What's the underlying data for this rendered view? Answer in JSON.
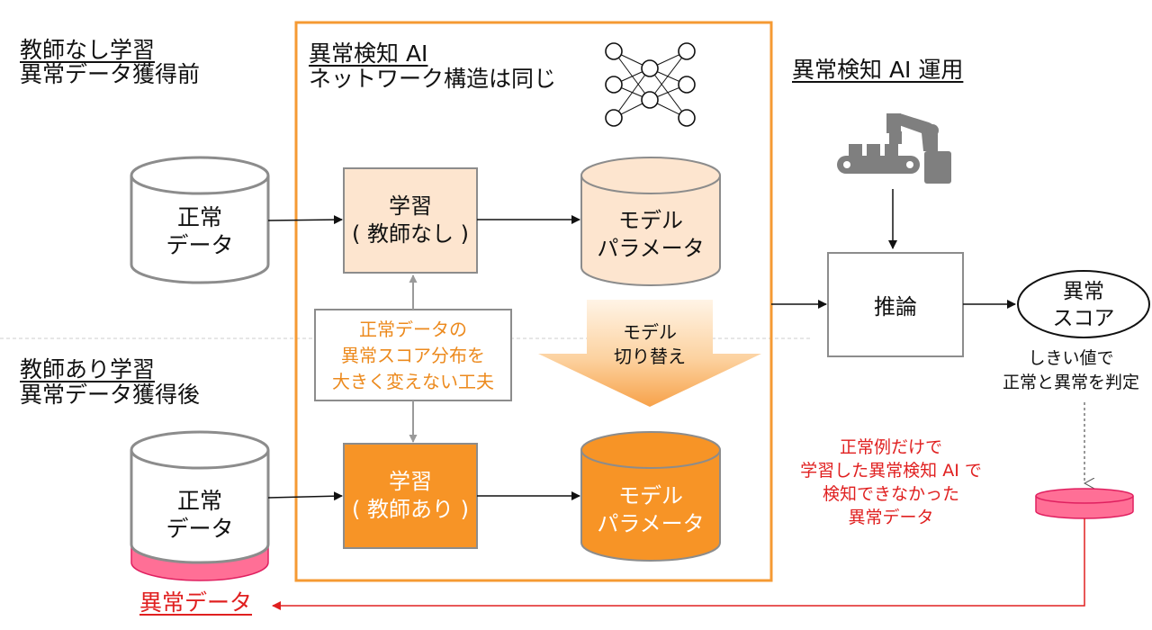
{
  "sections": {
    "unsupervised_title": "教師なし学習",
    "unsupervised_subtitle": "異常データ獲得前",
    "supervised_title": "教師あり学習",
    "supervised_subtitle": "異常データ獲得後"
  },
  "ai_box": {
    "title": "異常検知 AI",
    "subtitle": "ネットワーク構造は同じ"
  },
  "top_row": {
    "data_line1": "正常",
    "data_line2": "データ",
    "train_line1": "学習",
    "train_line2": "( 教師なし )",
    "model_line1": "モデル",
    "model_line2": "パラメータ"
  },
  "bottom_row": {
    "data_line1": "正常",
    "data_line2": "データ",
    "train_line1": "学習",
    "train_line2": "( 教師あり )",
    "model_line1": "モデル",
    "model_line2": "パラメータ"
  },
  "technique_box": {
    "line1": "正常データの",
    "line2": "異常スコア分布を",
    "line3": "大きく変えない工夫"
  },
  "switch_arrow": {
    "line1": "モデル",
    "line2": "切り替え"
  },
  "operation": {
    "title": "異常検知 AI 運用",
    "inference": "推論",
    "score_line1": "異常",
    "score_line2": "スコア",
    "threshold_line1": "しきい値で",
    "threshold_line2": "正常と異常を判定"
  },
  "missed_note": {
    "line1": "正常例だけで",
    "line2": "学習した異常検知 AI で",
    "line3": "検知できなかった",
    "line4": "異常データ"
  },
  "anomaly_label": "異常データ",
  "colors": {
    "orange_border": "#f59a33",
    "light_orange": "#fde5cf",
    "orange": "#f79426",
    "pink": "#ff6f96",
    "red_text": "#e02020",
    "gray": "#8c8c8c",
    "orange_text": "#ec8a1e"
  },
  "icons": [
    "neural-network-icon",
    "robot-arm-icon"
  ]
}
